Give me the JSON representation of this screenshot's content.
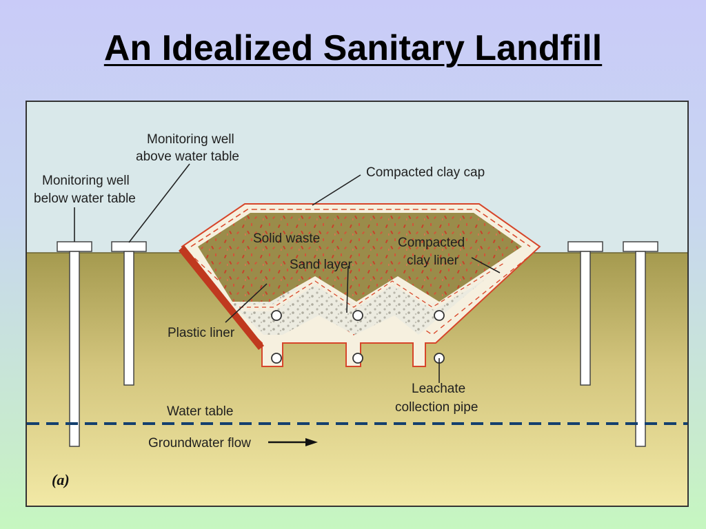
{
  "title": "An Idealized Sanitary Landfill",
  "labels": {
    "well_above_1": "Monitoring well",
    "well_above_2": "above water table",
    "well_below_1": "Monitoring well",
    "well_below_2": "below water table",
    "clay_cap": "Compacted clay cap",
    "solid_waste": "Solid waste",
    "sand_layer": "Sand layer",
    "clay_liner_1": "Compacted",
    "clay_liner_2": "clay liner",
    "plastic_liner": "Plastic liner",
    "leachate_1": "Leachate",
    "leachate_2": "collection pipe",
    "water_table": "Water table",
    "groundwater_flow": "Groundwater flow",
    "figure_tag": "(a)"
  },
  "colors": {
    "sky": "#d9e8ea",
    "ground_top": "#a59a4f",
    "ground_bottom": "#f2e9a6",
    "waste": "#9a8c4a",
    "clay": "#f6f0df",
    "plastic_liner": "#c0391f",
    "water_table_dash": "#14406e"
  }
}
